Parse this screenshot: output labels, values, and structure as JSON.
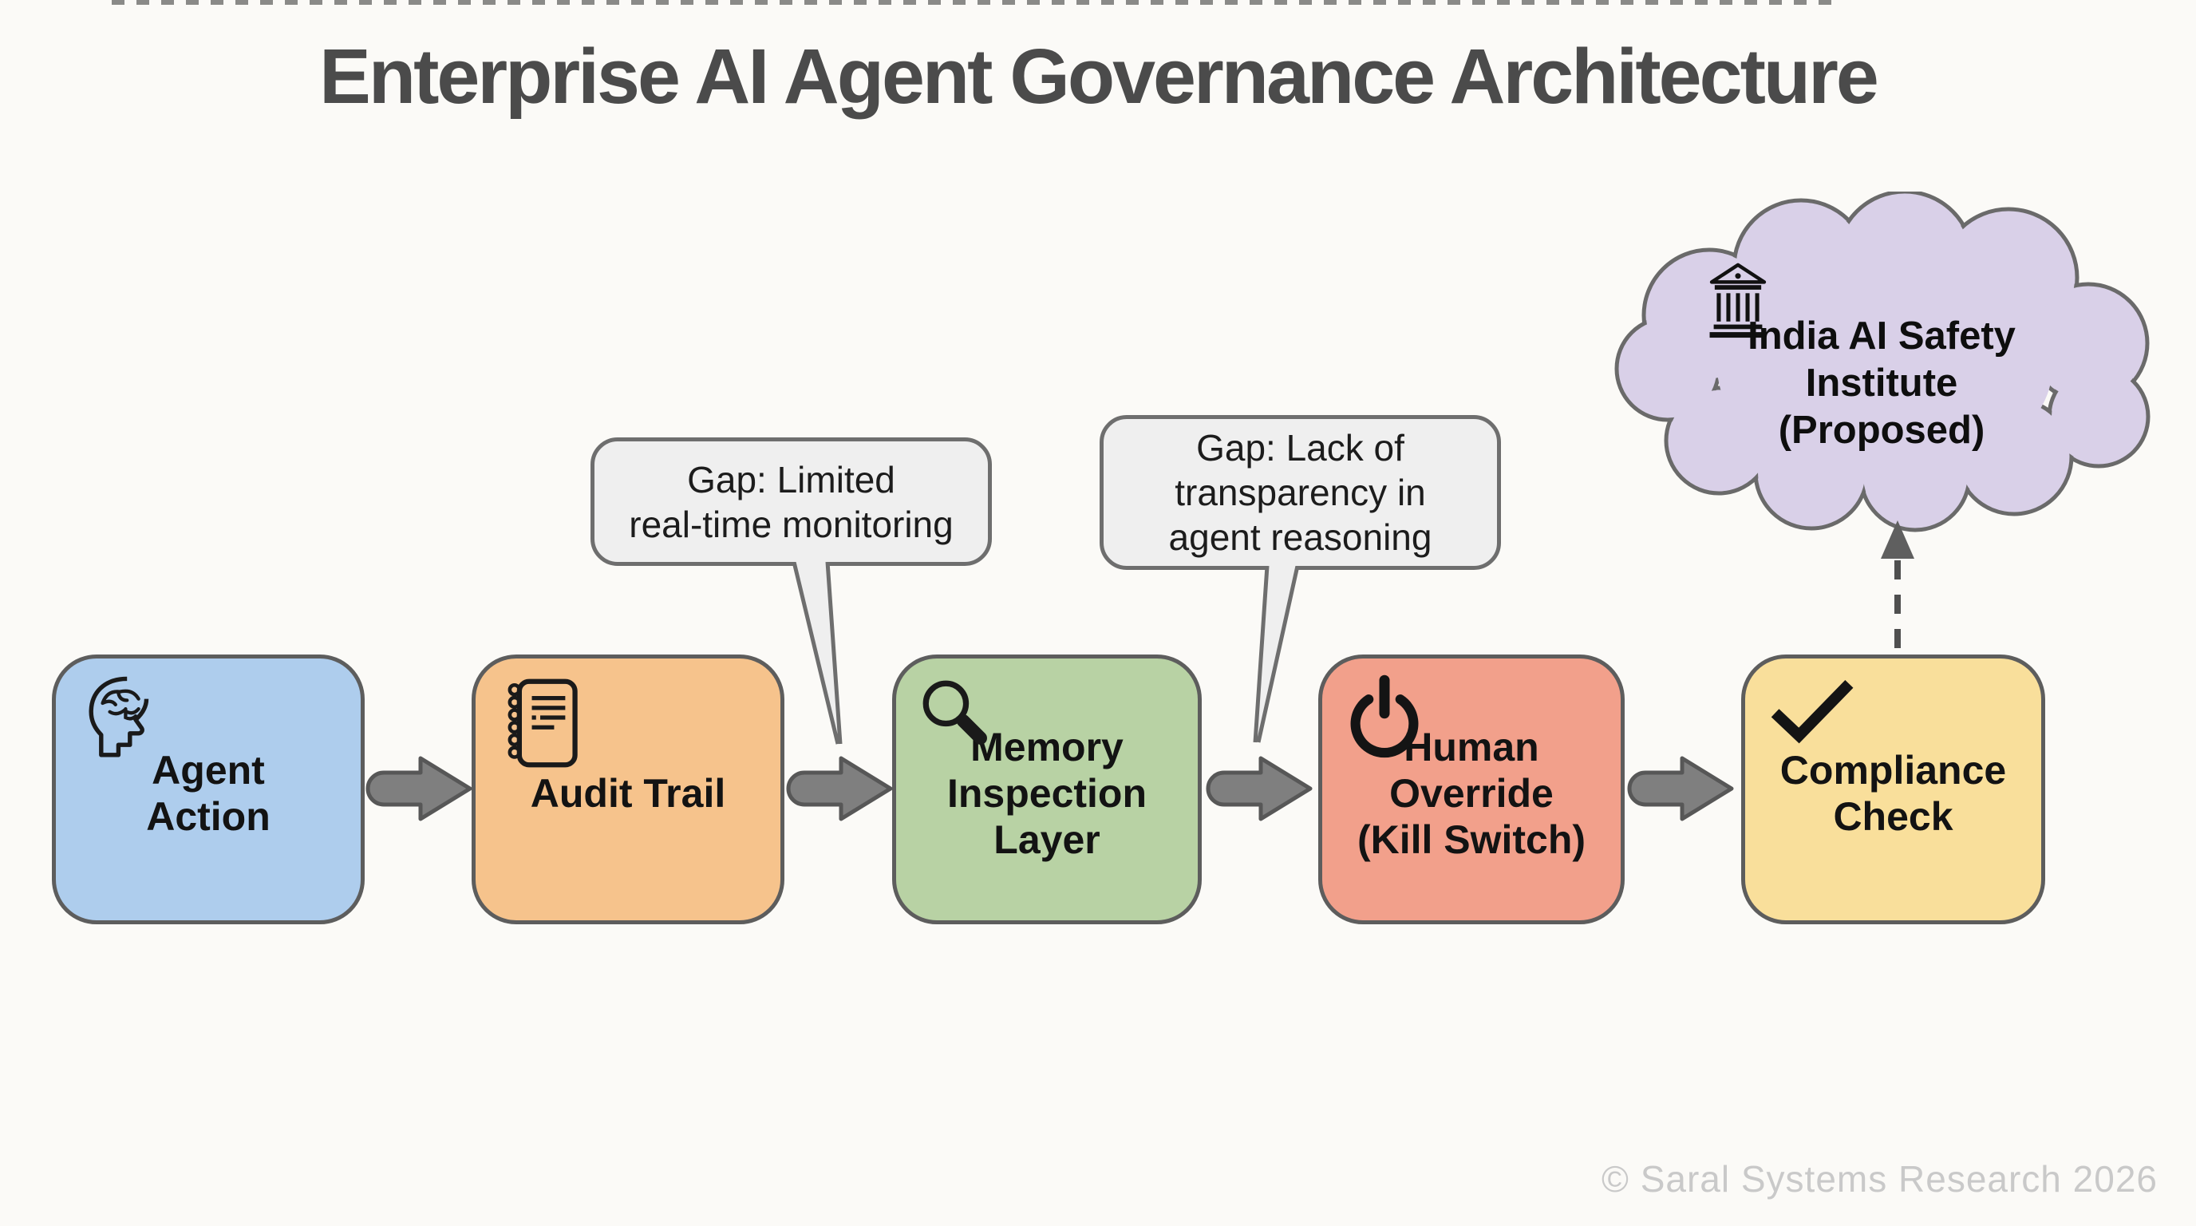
{
  "title": "Enterprise AI Agent Governance Architecture",
  "pipeline": [
    {
      "label": "Agent Action",
      "lines": [
        "Agent",
        "Action"
      ],
      "icon": "head-brain-icon",
      "fill": "#AECDED"
    },
    {
      "label": "Audit Trail",
      "lines": [
        "Audit Trail"
      ],
      "icon": "notebook-icon",
      "fill": "#F6C38C"
    },
    {
      "label": "Memory Inspection Layer",
      "lines": [
        "Memory",
        "Inspection",
        "Layer"
      ],
      "icon": "magnifier-icon",
      "fill": "#B8D2A4"
    },
    {
      "label": "Human Override (Kill Switch)",
      "lines": [
        "Human",
        "Override",
        "(Kill Switch)"
      ],
      "icon": "power-icon",
      "fill": "#F2A08B"
    },
    {
      "label": "Compliance Check",
      "lines": [
        "Compliance",
        "Check"
      ],
      "icon": "check-icon",
      "fill": "#F9DF9B"
    }
  ],
  "callouts": [
    {
      "label": "Gap: Limited real-time monitoring",
      "lines": [
        "Gap: Limited",
        "real-time monitoring"
      ],
      "fill": "#EFEFEF",
      "border": "#6e6e6e"
    },
    {
      "label": "Gap: Lack of transparency in agent reasoning",
      "lines": [
        "Gap: Lack of",
        "transparency in",
        "agent reasoning"
      ],
      "fill": "#EFEFEF",
      "border": "#6e6e6e"
    }
  ],
  "cloud": {
    "label": "India AI Safety Institute (Proposed)",
    "lines": [
      "India AI Safety",
      "Institute",
      "(Proposed)"
    ],
    "icon": "bank-icon",
    "fill": "#D9D0E8",
    "border": "#6a6a6a"
  },
  "footer": {
    "copyright": "© Saral Systems Research 2026"
  },
  "colors": {
    "background": "#FBFAF7",
    "node_border": "#5d5d5d",
    "flow_arrow_fill": "#7f7f7f",
    "flow_arrow_stroke": "#575757",
    "dashed_arrow": "#4f4f4f",
    "title_text": "#4b4b4b",
    "node_text": "#131313",
    "footer_text": "#c9c9c9"
  }
}
